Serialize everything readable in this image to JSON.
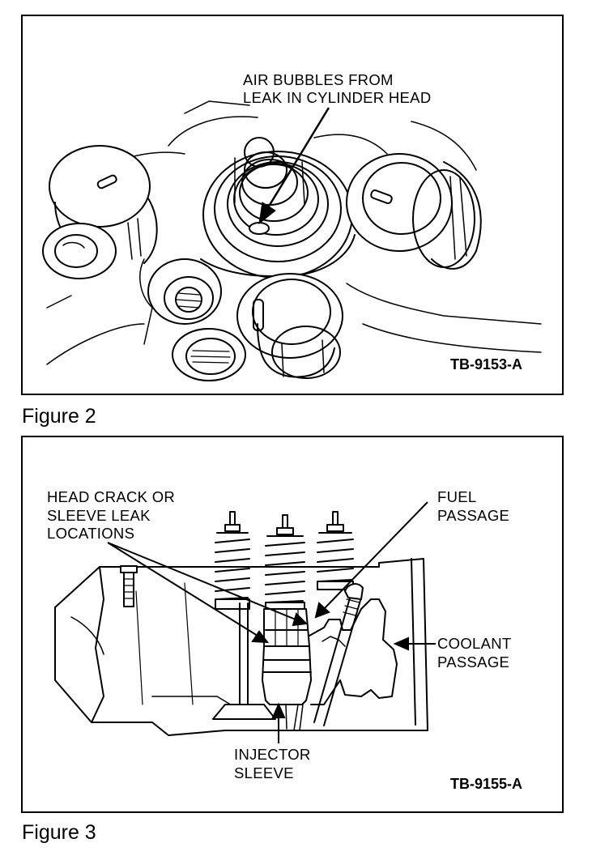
{
  "figure2": {
    "caption": "Figure 2",
    "label_line1": "AIR BUBBLES FROM",
    "label_line2": "LEAK IN CYLINDER HEAD",
    "code": "TB-9153-A"
  },
  "figure3": {
    "caption": "Figure 3",
    "head_crack_line1": "HEAD CRACK OR",
    "head_crack_line2": "SLEEVE LEAK",
    "head_crack_line3": "LOCATIONS",
    "fuel_line1": "FUEL",
    "fuel_line2": "PASSAGE",
    "coolant_line1": "COOLANT",
    "coolant_line2": "PASSAGE",
    "injector_line1": "INJECTOR",
    "injector_line2": "SLEEVE",
    "code": "TB-9155-A"
  }
}
